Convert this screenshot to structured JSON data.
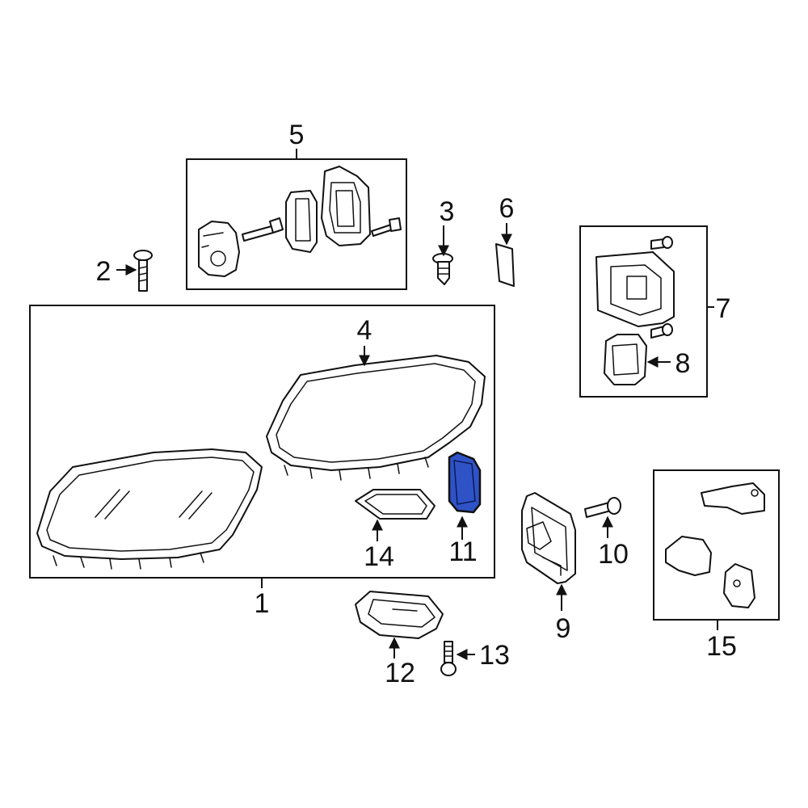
{
  "diagram": {
    "highlight_color": "#2f52c7",
    "line_color": "#111111",
    "callouts": {
      "c1": "1",
      "c2": "2",
      "c3": "3",
      "c4": "4",
      "c5": "5",
      "c6": "6",
      "c7": "7",
      "c8": "8",
      "c9": "9",
      "c10": "10",
      "c11": "11",
      "c12": "12",
      "c13": "13",
      "c14": "14",
      "c15": "15"
    }
  }
}
